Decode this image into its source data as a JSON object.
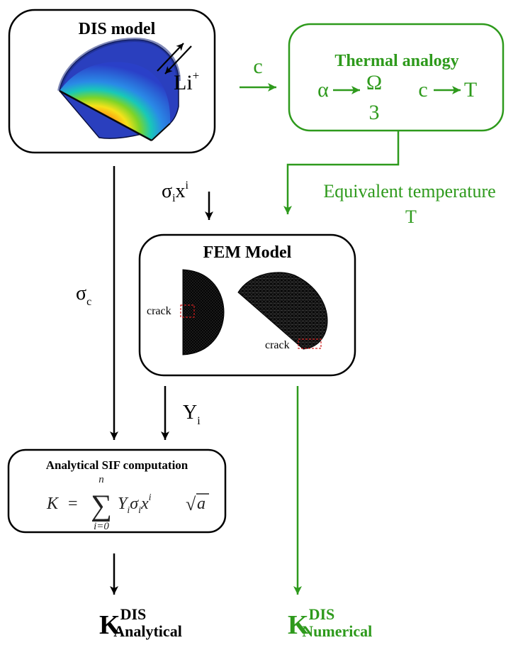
{
  "colors": {
    "black": "#000000",
    "green": "#2e9a1c",
    "crack_box": "#d02020",
    "mesh": "#111111"
  },
  "dis_model": {
    "title": "DIS model",
    "ion": "Li",
    "ion_charge": "+"
  },
  "thermal_analogy": {
    "title": "Thermal analogy",
    "alpha": "α",
    "omega": "Ω",
    "divisor": "3",
    "c": "c",
    "t": "T"
  },
  "arrow_labels": {
    "c": "c",
    "sigma_x_sigma": "σ",
    "sigma_x_i_sub": "i",
    "sigma_x_x": "x",
    "sigma_x_i_sup": "i",
    "sigma_c_sigma": "σ",
    "sigma_c_sub": "c",
    "y_i_y": "Y",
    "y_i_sub": "i"
  },
  "equivalent_temperature": {
    "line1": "Equivalent temperature",
    "line2": "T"
  },
  "fem_model": {
    "title": "FEM Model",
    "crack_left": "crack",
    "crack_right": "crack"
  },
  "sif": {
    "title": "Analytical SIF computation",
    "K": "K",
    "equals": "=",
    "sum_upper": "n",
    "sum_lower": "i=0",
    "sum_symbol": "∑",
    "Y": "Y",
    "Y_sub": "i",
    "sigma": "σ",
    "sigma_sub": "i",
    "x": "x",
    "x_sup": "i",
    "sqrt_symbol": "√",
    "a": "a"
  },
  "outputs": {
    "analytical_K": "K",
    "analytical_sup": "DIS",
    "analytical_sub": "Analytical",
    "numerical_K": "K",
    "numerical_sup": "DIS",
    "numerical_sub": "Numerical"
  }
}
